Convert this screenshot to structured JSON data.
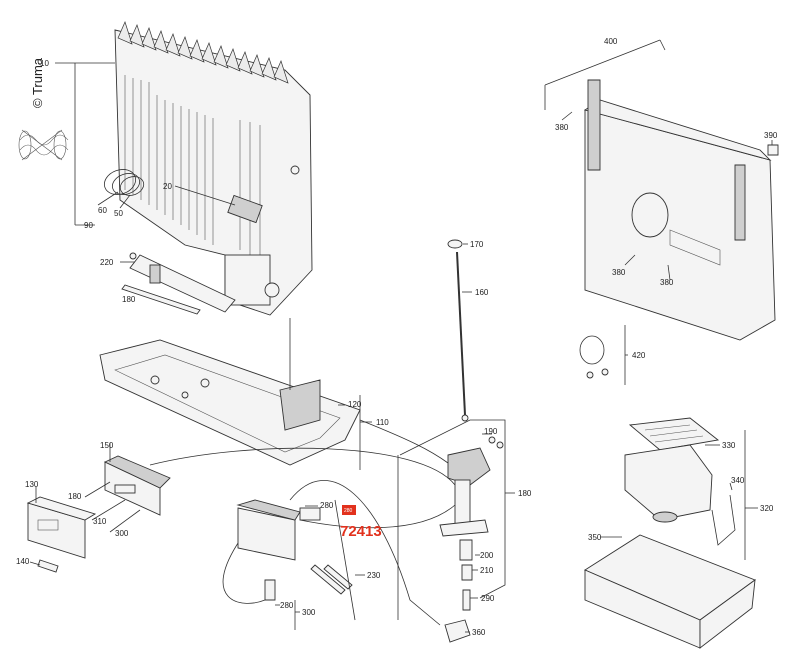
{
  "brand": {
    "text": "© Truma"
  },
  "highlight": {
    "part_number": "72413",
    "badge_text": "280",
    "color": "#e2311d"
  },
  "labels": {
    "l10": "10",
    "l20": "20",
    "l50": "50",
    "l60": "60",
    "l90": "90",
    "l220": "220",
    "l180a": "180",
    "l110": "110",
    "l120": "120",
    "l170": "170",
    "l160": "160",
    "l190": "190",
    "l180b": "180",
    "l200": "200",
    "l210": "210",
    "l290": "290",
    "l360": "360",
    "l150": "150",
    "l130": "130",
    "l180c": "180",
    "l310": "310",
    "l300a": "300",
    "l140": "140",
    "l280a": "280",
    "l280b": "280",
    "l230": "230",
    "l300b": "300",
    "l400": "400",
    "l380a": "380",
    "l390": "390",
    "l380b": "380",
    "l380c": "380",
    "l420": "420",
    "l330": "330",
    "l340": "340",
    "l320": "320",
    "l350": "350"
  }
}
